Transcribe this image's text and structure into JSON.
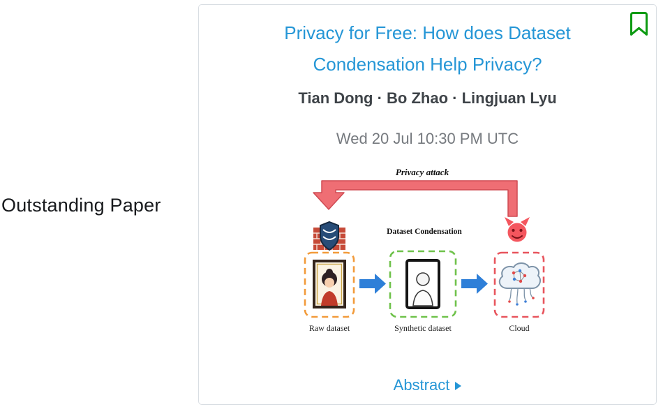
{
  "page": {
    "award_label": "Outstanding Paper"
  },
  "card": {
    "title": "Privacy for Free: How does Dataset Condensation Help Privacy?",
    "authors": "Tian Dong · Bo Zhao · Lingjuan Lyu",
    "datetime": "Wed 20 Jul 10:30 PM UTC",
    "abstract_label": "Abstract",
    "accent_color": "#2596d6",
    "bookmark_color": "#0d9a12"
  },
  "diagram": {
    "privacy_attack_label": "Privacy attack",
    "condensation_label": "Dataset Condensation",
    "arrow_color": "#ef6e74",
    "flow_arrow_color": "#2e7fd8",
    "boxes": [
      {
        "label": "Raw dataset",
        "color": "#f29b3b"
      },
      {
        "label": "Synthetic dataset",
        "color": "#6fc24b"
      },
      {
        "label": "Cloud",
        "color": "#e8555d"
      }
    ]
  }
}
